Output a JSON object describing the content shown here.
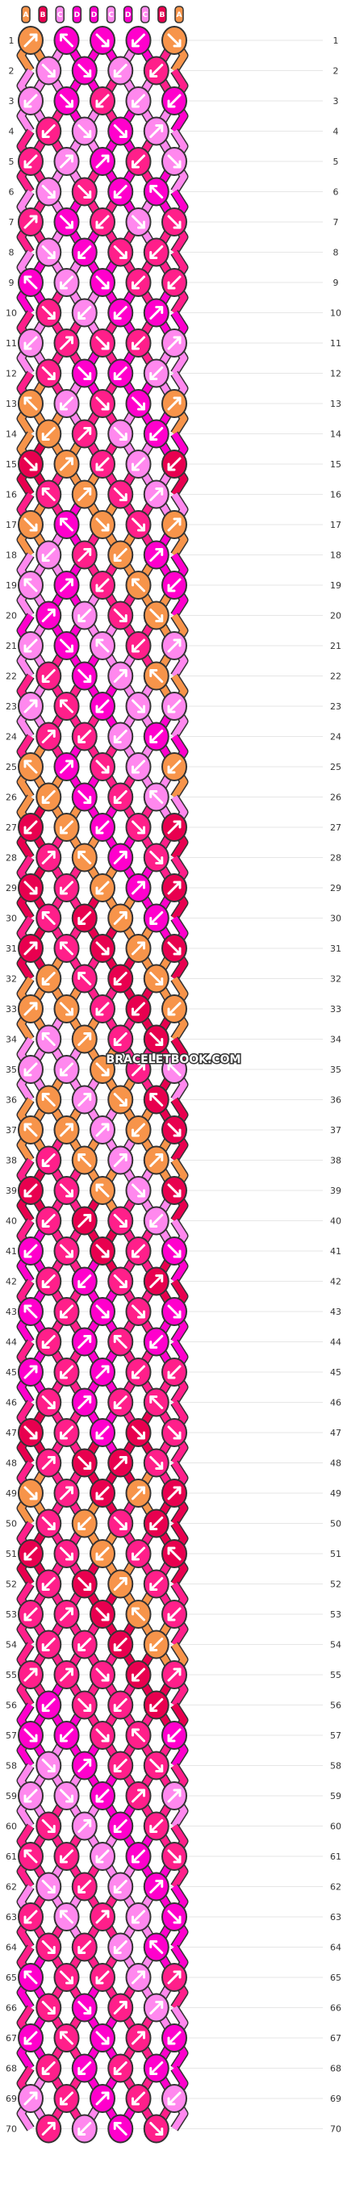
{
  "watermark": "BRACELETBOOK.COM",
  "colors": {
    "A": "#f7944a",
    "B": "#e8004f",
    "C": "#ff88ee",
    "D": "#ff00cc",
    "E": "#ff1f8a"
  },
  "strands": [
    "A",
    "B",
    "C",
    "D",
    "D",
    "C",
    "D",
    "C",
    "B",
    "A"
  ],
  "row_labels": [
    "1",
    "2",
    "3",
    "4",
    "5",
    "6",
    "7",
    "8",
    "9",
    "10",
    "11",
    "12",
    "13",
    "14",
    "15",
    "16",
    "17",
    "18",
    "19",
    "20",
    "21",
    "22",
    "23",
    "24",
    "25",
    "26",
    "27",
    "28",
    "29",
    "30",
    "31",
    "32",
    "33",
    "34",
    "35",
    "36",
    "37",
    "38",
    "39",
    "40",
    "41",
    "42",
    "43",
    "44",
    "45",
    "46",
    "47",
    "48",
    "49",
    "50",
    "51",
    "52",
    "53",
    "54",
    "55",
    "56",
    "57",
    "58",
    "59",
    "60",
    "61",
    "62",
    "63",
    "64",
    "65",
    "66",
    "67",
    "68",
    "69",
    "70"
  ],
  "knot_colors": [
    "A D D D A",
    "C D C E",
    "C D E C D",
    "E C D C",
    "E C D E C",
    "C E D D",
    "E D E C E",
    "C D E E",
    "D C D E E",
    "E C D D",
    "C E E E C",
    "E D D C",
    "A C E D A",
    "A E C D",
    "B A E C B",
    "E A E C",
    "A D A E A",
    "C E A D",
    "C D E A D",
    "D C E A",
    "C D C E C",
    "E D C A",
    "C E D C C",
    "E E C D",
    "A D E C A",
    "A D E C",
    "B A D E B",
    "E A D E",
    "B E A D B",
    "E B A D",
    "B E B A B",
    "A E B A",
    "A A E B A",
    "C A E B",
    "C C A E C",
    "A C A B",
    "A A C A B",
    "E A C A",
    "B E A C B",
    "E B E C",
    "D E B E D",
    "E D E B",
    "D E D E D",
    "E D E D",
    "D E D E E",
    "E D E E",
    "B E D B E",
    "E B B E",
    "A E B A B",
    "E A E B",
    "B E A E B",
    "E B A E",
    "E E B A E",
    "E E B A",
    "E E E B E",
    "D E E B",
    "D D E E D",
    "C D E E",
    "C C D E C",
    "E C D E",
    "E E C D E",
    "C E C D",
    "E C E C D",
    "E E C D",
    "D E E C E",
    "E D E C",
    "D E D E D",
    "E D E D",
    "C E D E C",
    "E C D E"
  ],
  "knot_directions": [
    "BR FL F B F",
    "F F B B",
    "BL F B BL B",
    "B F F BR",
    "BL BR BR B F",
    "F F B FL",
    "BR F B F F",
    "F B F BL",
    "FL B F B B",
    "F BL B BR",
    "BL BR F B BR",
    "F F B B",
    "FL B F F BR",
    "B BR F BL",
    "F BR BL BL B",
    "FL BR F BR",
    "F FL F F BR",
    "B BR BL BR",
    "FL BR BL FL B",
    "BR B F F",
    "BL F FL BL BR",
    "B F BR FL",
    "BR FL BL F B",
    "BR B B BL",
    "FL BR F B BL",
    "B F BL FL",
    "BL BL B F BR",
    "BR FL BR F",
    "F B B BR BR",
    "FL B BR B",
    "BR FL F BR F",
    "B FL B F",
    "BR F B B BL",
    "FL BR BL F",
    "BL BL F BR FL",
    "FL BR F FL",
    "FL BR BR BL F",
    "B FL BR BR",
    "B F FL F F",
    "BL BR F B",
    "BL F F B F",
    "BL B F BR",
    "FL BL F F F",
    "B BR FL BL",
    "BR BL BR BL BL",
    "F BR BL FL",
    "F B BL F F",
    "BR F BR F",
    "F BR BL BR BR",
    "F BL F BL",
    "BL F BL B FL",
    "BL F BR BL",
    "B BR F FL BL",
    "BL B B B",
    "BR BR F BL BR",
    "BL F BL B",
    "F BL F FL BL",
    "F BR BL F",
    "BL F B BR BR",
    "F BR B BL",
    "FL B BL BL F",
    "F B BL BR",
    "BL FL BR B F",
    "F B BL FL",
    "FL F BL BR BR",
    "F F BR BR",
    "B FL F BR BL",
    "BL BL BL B",
    "BR BL BR B BL",
    "BR B FL F"
  ]
}
